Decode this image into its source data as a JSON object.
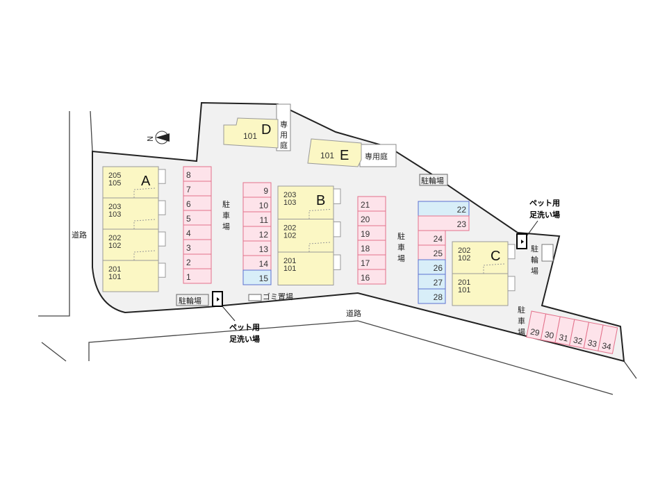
{
  "labels": {
    "road": "道路",
    "parking": [
      "駐",
      "車",
      "場"
    ],
    "bike_parking": "駐輪場",
    "bike_parking_vertical": [
      "駐",
      "輪",
      "場"
    ],
    "pet_wash_line1": "ペット用",
    "pet_wash_line2": "足洗い場",
    "garbage": "ゴミ置場",
    "private_garden": "専用庭",
    "private_garden_vertical": [
      "専",
      "用",
      "庭"
    ],
    "north": "N"
  },
  "buildings": {
    "A": {
      "name": "A",
      "units": [
        "205\n105",
        "203\n103",
        "202\n102",
        "201\n101"
      ]
    },
    "B": {
      "name": "B",
      "units": [
        "203\n103",
        "202\n102",
        "201\n101"
      ]
    },
    "C": {
      "name": "C",
      "units": [
        "202\n102",
        "201\n101"
      ]
    },
    "D": {
      "name": "D",
      "unit": "101"
    },
    "E": {
      "name": "E",
      "unit": "101"
    }
  },
  "parking": {
    "col1": [
      "8",
      "7",
      "6",
      "5",
      "4",
      "3",
      "2",
      "1"
    ],
    "col2": [
      "9",
      "10",
      "11",
      "12",
      "13",
      "14",
      "15"
    ],
    "col3": [
      "21",
      "20",
      "19",
      "18",
      "17",
      "16"
    ],
    "wide": [
      "22",
      "23"
    ],
    "col4": [
      "24",
      "25",
      "26",
      "27",
      "28"
    ],
    "row": [
      "29",
      "30",
      "31",
      "32",
      "33",
      "34"
    ],
    "blue_slots": [
      "15",
      "22",
      "26",
      "27",
      "28"
    ]
  },
  "colors": {
    "site": "#f1f1f1",
    "building": "#fbf7c4",
    "parking_pink": "#fde3ea",
    "parking_pink_border": "#e3708a",
    "parking_blue": "#d8eef8",
    "parking_blue_border": "#5a70d0"
  }
}
